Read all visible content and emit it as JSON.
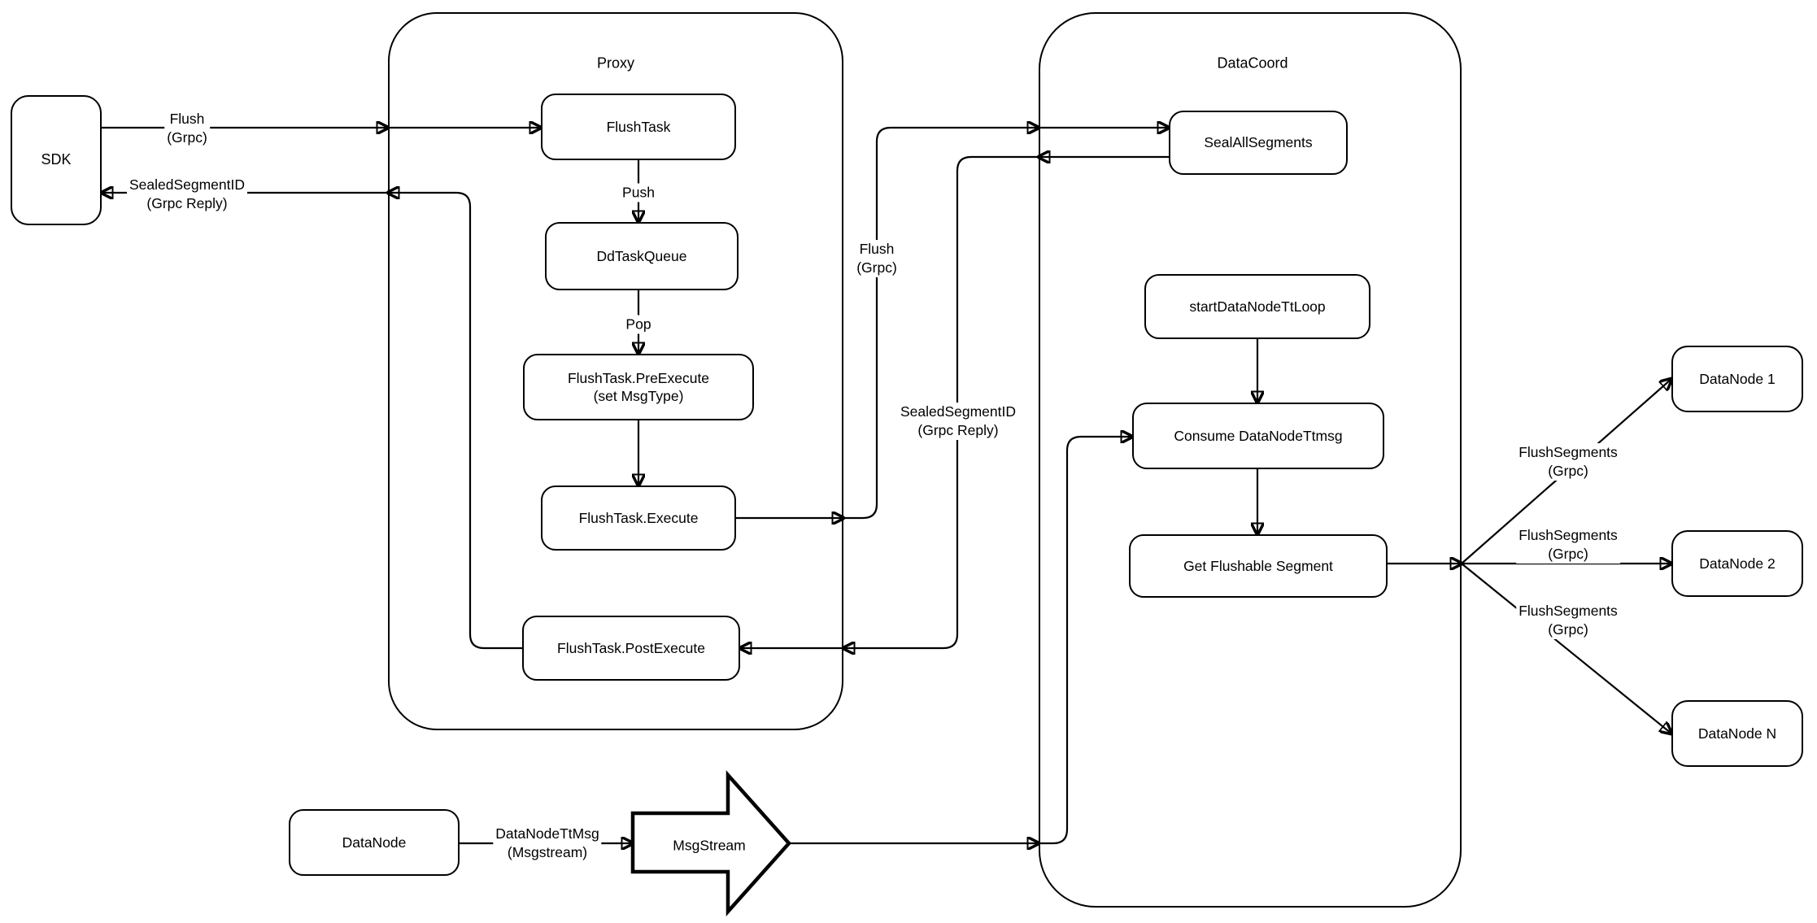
{
  "diagram": {
    "containers": {
      "proxy": {
        "label": "Proxy"
      },
      "datacoord": {
        "label": "DataCoord"
      }
    },
    "nodes": {
      "sdk": {
        "label": "SDK"
      },
      "flush_task": {
        "label": "FlushTask"
      },
      "dd_task_queue": {
        "label": "DdTaskQueue"
      },
      "pre_execute": {
        "line1": "FlushTask.PreExecute",
        "line2": "(set MsgType)"
      },
      "execute": {
        "label": "FlushTask.Execute"
      },
      "post_execute": {
        "label": "FlushTask.PostExecute"
      },
      "seal_all_segments": {
        "label": "SealAllSegments"
      },
      "start_datanode_tt_loop": {
        "label": "startDataNodeTtLoop"
      },
      "consume_datanode_ttmsg": {
        "label": "Consume DataNodeTtmsg"
      },
      "get_flushable_segment": {
        "label": "Get Flushable Segment"
      },
      "datanode_1": {
        "label": "DataNode 1"
      },
      "datanode_2": {
        "label": "DataNode 2"
      },
      "datanode_n": {
        "label": "DataNode N"
      },
      "datanode": {
        "label": "DataNode"
      },
      "msgstream": {
        "label": "MsgStream"
      }
    },
    "edge_labels": {
      "flush_sdk": {
        "line1": "Flush",
        "line2": "(Grpc)"
      },
      "reply_sdk": {
        "line1": "SealedSegmentID",
        "line2": "(Grpc Reply)"
      },
      "push": {
        "label": "Push"
      },
      "pop": {
        "label": "Pop"
      },
      "flush_mid": {
        "line1": "Flush",
        "line2": "(Grpc)"
      },
      "reply_mid": {
        "line1": "SealedSegmentID",
        "line2": "(Grpc Reply)"
      },
      "flush_segments_1": {
        "line1": "FlushSegments",
        "line2": "(Grpc)"
      },
      "flush_segments_2": {
        "line1": "FlushSegments",
        "line2": "(Grpc)"
      },
      "flush_segments_3": {
        "line1": "FlushSegments",
        "line2": "(Grpc)"
      },
      "datanode_ttmsg": {
        "line1": "DataNodeTtMsg",
        "line2": "(Msgstream)"
      }
    },
    "colors": {
      "stroke": "#000000",
      "fill": "#ffffff",
      "text": "#000000"
    }
  }
}
